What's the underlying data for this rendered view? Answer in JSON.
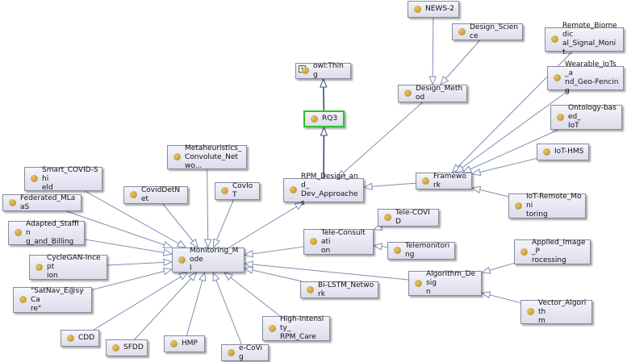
{
  "colors": {
    "edge": "#7d8eb4",
    "edge_dark": "#3a4f7a",
    "selected_border": "#2fbf2f",
    "individual_dot": "#c99a2e"
  },
  "nodes": {
    "owl_thing": {
      "label": "owl:Thing",
      "icon": "thing-icon"
    },
    "rq3": {
      "label": "RQ3"
    },
    "rpm_design": {
      "label": "RPM_Design_and_\nDev_Approaches"
    },
    "framework": {
      "label": "Framework"
    },
    "design_method": {
      "label": "Design_Method"
    },
    "news2": {
      "label": "NEWS-2"
    },
    "design_science": {
      "label": "Design_Science"
    },
    "remote_biomedical": {
      "label": "Remote_Biomedic\nal_Signal_Monit..."
    },
    "wearable_iots": {
      "label": "Wearable_IoTs_a\nnd_Geo-Fencing"
    },
    "ontology_iot": {
      "label": "Ontology-based_\nIoT"
    },
    "iot_hms": {
      "label": "IoT-HMS"
    },
    "iot_remote": {
      "label": "IoT-Remote_Moni\ntoring"
    },
    "monitoring_model": {
      "label": "Monitoring_Mode\nl"
    },
    "metaheuristics": {
      "label": "Metaheuristics_\nConvolute_Netwo..."
    },
    "coviddetnet": {
      "label": "CovidDetNet"
    },
    "coviot": {
      "label": "CovIoT"
    },
    "smart_covid": {
      "label": "Smart_COVID-Shi\neld"
    },
    "federated": {
      "label": "Federated_MLaaS"
    },
    "adapted_staffing": {
      "label": "Adapted_Staffin\ng_and_Billing"
    },
    "cyclegan": {
      "label": "CycleGAN-Incept\nion"
    },
    "satnav": {
      "label": "\"SatNav_E@syCa\nre\""
    },
    "cdd": {
      "label": "CDD"
    },
    "sfdd": {
      "label": "SFDD"
    },
    "hmp": {
      "label": "HMP"
    },
    "ecovig": {
      "label": "e-CoVig"
    },
    "high_intensity": {
      "label": "High-Intensity_\nRPM_Care"
    },
    "bilstm": {
      "label": "Bi-LSTM_Network"
    },
    "tele_consultation": {
      "label": "Tele-Consultati\non"
    },
    "tele_covid": {
      "label": "Tele-COVID"
    },
    "telemonitoring": {
      "label": "Telemonitoring"
    },
    "algorithm_design": {
      "label": "Algorithm_Desig\nn"
    },
    "applied_image": {
      "label": "Applied_Image_P\nrocessing"
    },
    "vector_algorithm": {
      "label": "Vector_Algorith\nm"
    }
  },
  "edges": [
    {
      "from": "owl_thing",
      "to": "rq3",
      "style": "dark"
    },
    {
      "from": "rq3",
      "to": "rpm_design",
      "style": "dark"
    },
    {
      "from": "rpm_design",
      "to": "design_method",
      "style": "normal"
    },
    {
      "from": "rpm_design",
      "to": "framework",
      "style": "normal"
    },
    {
      "from": "rpm_design",
      "to": "monitoring_model",
      "style": "normal"
    },
    {
      "from": "design_method",
      "to": "news2",
      "style": "normal"
    },
    {
      "from": "design_method",
      "to": "design_science",
      "style": "normal"
    },
    {
      "from": "framework",
      "to": "remote_biomedical",
      "style": "normal"
    },
    {
      "from": "framework",
      "to": "wearable_iots",
      "style": "normal"
    },
    {
      "from": "framework",
      "to": "ontology_iot",
      "style": "normal"
    },
    {
      "from": "framework",
      "to": "iot_hms",
      "style": "normal"
    },
    {
      "from": "framework",
      "to": "iot_remote",
      "style": "normal"
    },
    {
      "from": "monitoring_model",
      "to": "metaheuristics",
      "style": "normal"
    },
    {
      "from": "monitoring_model",
      "to": "coviddetnet",
      "style": "normal"
    },
    {
      "from": "monitoring_model",
      "to": "coviot",
      "style": "normal"
    },
    {
      "from": "monitoring_model",
      "to": "smart_covid",
      "style": "normal"
    },
    {
      "from": "monitoring_model",
      "to": "federated",
      "style": "normal"
    },
    {
      "from": "monitoring_model",
      "to": "adapted_staffing",
      "style": "normal"
    },
    {
      "from": "monitoring_model",
      "to": "cyclegan",
      "style": "normal"
    },
    {
      "from": "monitoring_model",
      "to": "satnav",
      "style": "normal"
    },
    {
      "from": "monitoring_model",
      "to": "cdd",
      "style": "normal"
    },
    {
      "from": "monitoring_model",
      "to": "sfdd",
      "style": "normal"
    },
    {
      "from": "monitoring_model",
      "to": "hmp",
      "style": "normal"
    },
    {
      "from": "monitoring_model",
      "to": "ecovig",
      "style": "normal"
    },
    {
      "from": "monitoring_model",
      "to": "high_intensity",
      "style": "normal"
    },
    {
      "from": "monitoring_model",
      "to": "bilstm",
      "style": "normal"
    },
    {
      "from": "monitoring_model",
      "to": "tele_consultation",
      "style": "normal"
    },
    {
      "from": "monitoring_model",
      "to": "algorithm_design",
      "style": "normal"
    },
    {
      "from": "tele_consultation",
      "to": "tele_covid",
      "style": "normal"
    },
    {
      "from": "tele_consultation",
      "to": "telemonitoring",
      "style": "normal"
    },
    {
      "from": "algorithm_design",
      "to": "applied_image",
      "style": "normal"
    },
    {
      "from": "algorithm_design",
      "to": "vector_algorithm",
      "style": "normal"
    }
  ]
}
